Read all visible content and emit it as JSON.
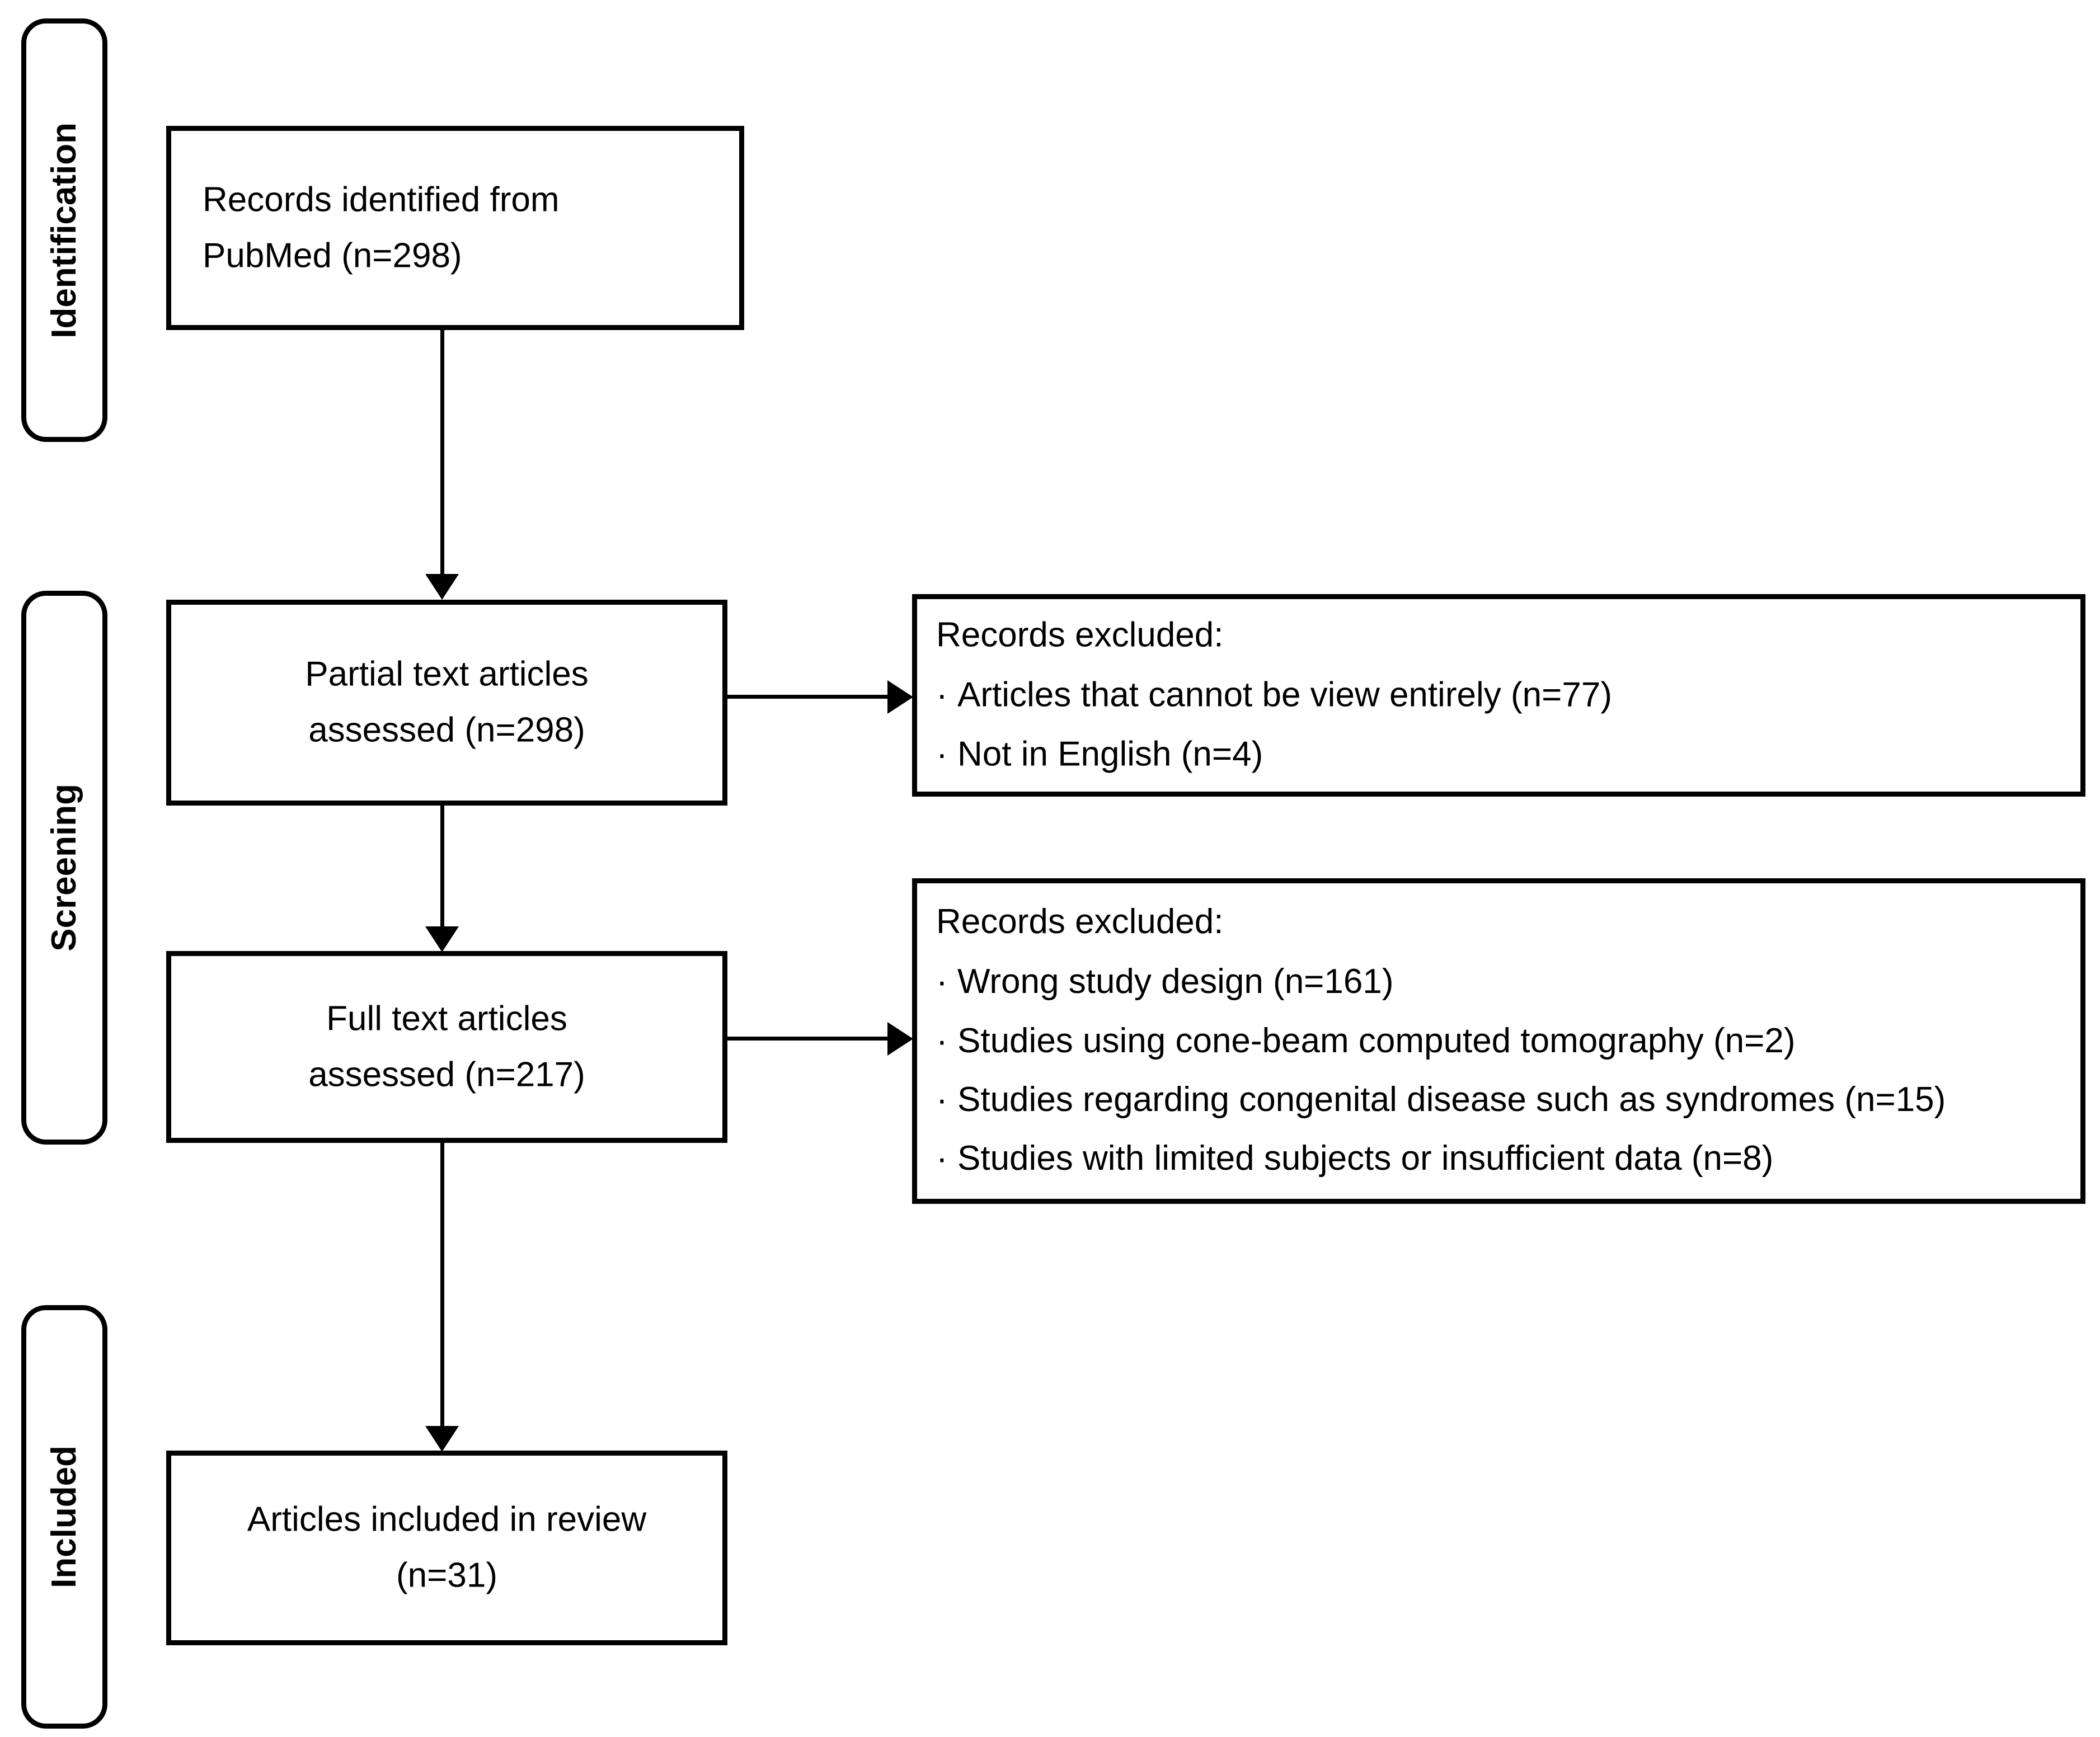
{
  "diagram": {
    "type": "prisma-flow-diagram",
    "stages": [
      {
        "id": "identification",
        "label": "Identification"
      },
      {
        "id": "screening",
        "label": "Screening"
      },
      {
        "id": "included",
        "label": "Included"
      }
    ],
    "boxes": {
      "identified": {
        "line1": "Records identified from",
        "line2": "PubMed (n=298)",
        "n": 298
      },
      "partial_text": {
        "line1": "Partial text articles",
        "line2": "assessed (n=298)",
        "n": 298
      },
      "full_text": {
        "line1": "Full text articles",
        "line2": "assessed (n=217)",
        "n": 217
      },
      "included": {
        "line1": "Articles included in review",
        "line2": "(n=31)",
        "n": 31
      }
    },
    "exclusions": [
      {
        "id": "screening-exclusions",
        "title": "Records excluded:",
        "bullet": "·",
        "items": [
          {
            "text": "Articles that cannot be view entirely (n=77)",
            "n": 77
          },
          {
            "text": "Not in English (n=4)",
            "n": 4
          }
        ]
      },
      {
        "id": "fulltext-exclusions",
        "title": "Records excluded:",
        "bullet": "·",
        "items": [
          {
            "text": "Wrong study design (n=161)",
            "n": 161
          },
          {
            "text": "Studies using cone-beam computed tomography (n=2)",
            "n": 2
          },
          {
            "text": "Studies regarding congenital disease such as syndromes  (n=15)",
            "n": 15
          },
          {
            "text": "Studies with limited subjects or insufficient data (n=8)",
            "n": 8
          }
        ]
      }
    ],
    "colors": {
      "stroke": "#000000",
      "background": "#ffffff",
      "text": "#000000"
    }
  }
}
